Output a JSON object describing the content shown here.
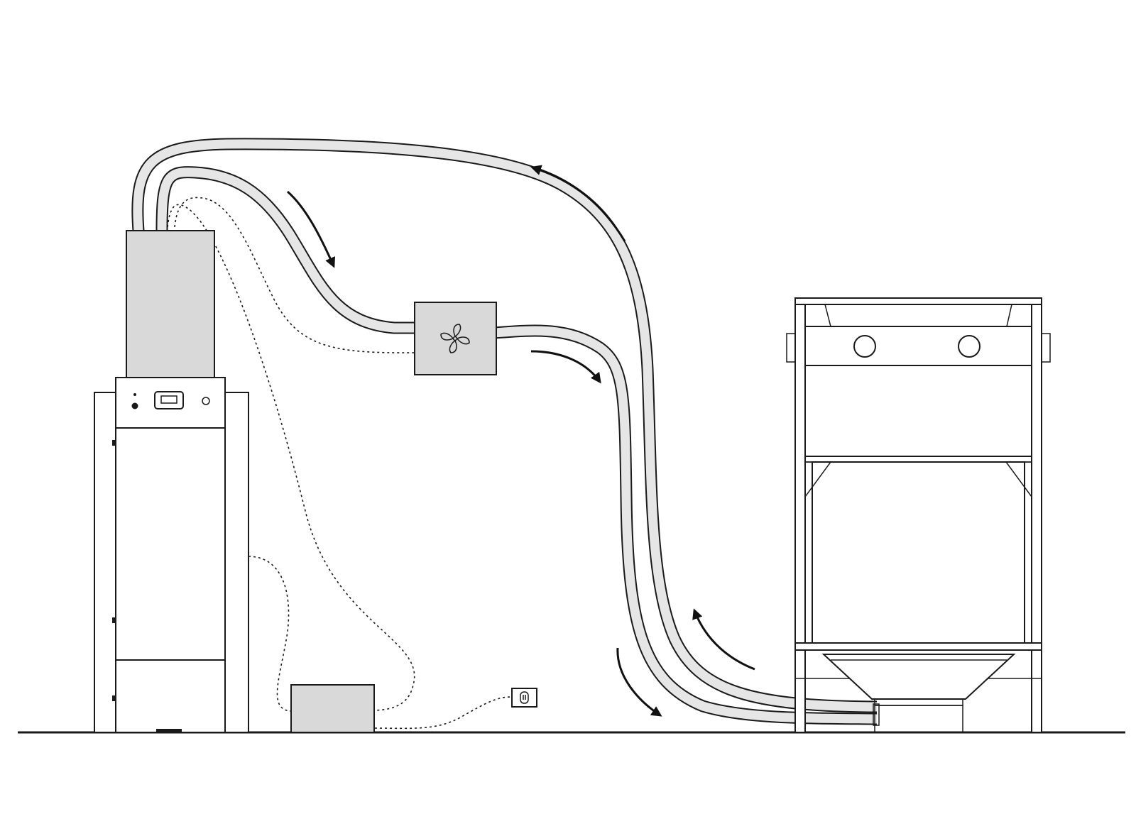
{
  "diagram": {
    "background": "#ffffff",
    "line_color": "#1a1a1a",
    "module_fill": "#d9d9d9",
    "hose_fill": "#e6e6e6",
    "components": [
      {
        "id": "cabinet-unit",
        "icon": "tall-cabinet"
      },
      {
        "id": "top-module",
        "icon": "gray-box"
      },
      {
        "id": "fan-box",
        "icon": "fan-icon"
      },
      {
        "id": "floor-box",
        "icon": "gray-box"
      },
      {
        "id": "wall-outlet",
        "icon": "outlet-icon"
      },
      {
        "id": "blast-cabinet",
        "icon": "frame-cabinet"
      }
    ],
    "connections": [
      {
        "from": "top-module",
        "to": "fan-box",
        "style": "hose"
      },
      {
        "from": "fan-box",
        "to": "blast-cabinet",
        "style": "hose"
      },
      {
        "from": "top-module",
        "to": "blast-cabinet",
        "style": "hose"
      },
      {
        "from": "top-module",
        "to": "fan-box",
        "style": "dotted-cable"
      },
      {
        "from": "top-module",
        "to": "floor-box",
        "style": "dotted-cable"
      },
      {
        "from": "cabinet-unit",
        "to": "floor-box",
        "style": "dotted-cable"
      },
      {
        "from": "floor-box",
        "to": "wall-outlet",
        "style": "dotted-cable"
      }
    ],
    "flow_arrows": [
      {
        "id": "arrow-down-to-fan",
        "direction": "down"
      },
      {
        "id": "arrow-fan-out",
        "direction": "down-right"
      },
      {
        "id": "arrow-return-up",
        "direction": "up-left"
      },
      {
        "id": "arrow-floor-right",
        "direction": "down-right"
      },
      {
        "id": "arrow-cabinet-up",
        "direction": "up-left"
      }
    ]
  }
}
